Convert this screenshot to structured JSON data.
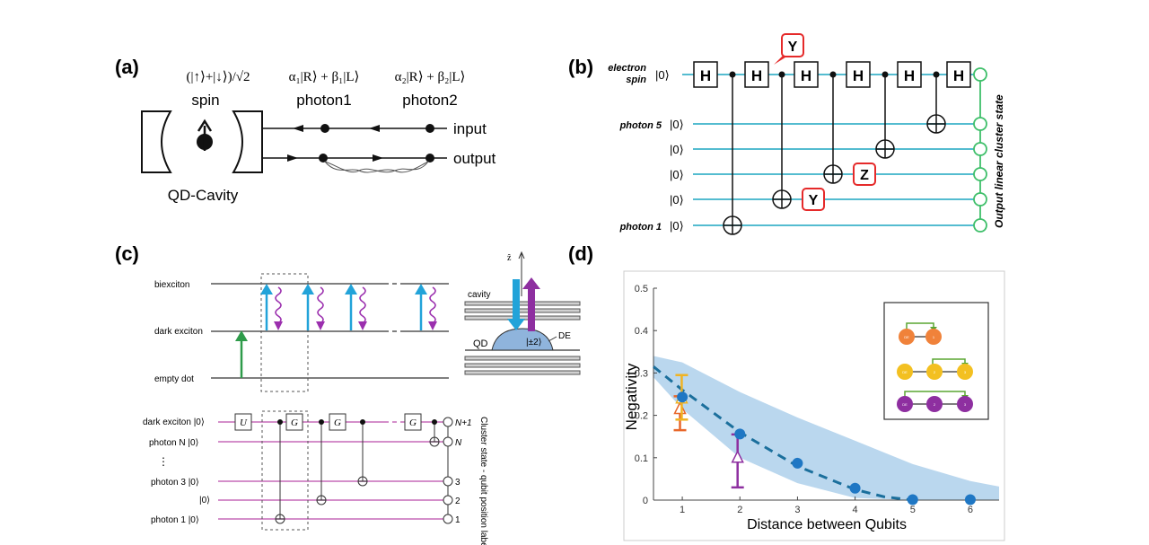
{
  "panels": {
    "a": {
      "label": "(a)",
      "spin_formula": "(|↑⟩+|↓⟩)/√2",
      "spin": "spin",
      "photon1_formula": "α₁|R⟩ + β₁|L⟩",
      "photon1": "photon1",
      "photon2_formula": "α₂|R⟩ + β₂|L⟩",
      "photon2": "photon2",
      "input": "input",
      "output": "output",
      "cavity": "QD-Cavity"
    },
    "b": {
      "label": "(b)",
      "electron": "electron",
      "spin": "spin",
      "ket0": "|0⟩",
      "photon5": "photon 5",
      "photon1": "photon 1",
      "output_label": "Output linear cluster state",
      "gate_h": "H",
      "gate_y": "Y",
      "gate_z": "Z"
    },
    "c": {
      "label": "(c)",
      "levels": [
        "biexciton",
        "dark exciton",
        "empty dot"
      ],
      "z_axis": "ẑ",
      "cavity": "cavity",
      "qd": "QD",
      "pm2": "|±2⟩",
      "de": "DE",
      "wires": [
        "dark exciton |0⟩",
        "photon N |0⟩",
        "photon 3 |0⟩",
        "|0⟩",
        "photon 1 |0⟩"
      ],
      "dots": "⋮",
      "gate_u": "U",
      "gate_g": "G",
      "pos_labels": [
        "N+1",
        "N",
        "3",
        "2",
        "1"
      ],
      "side_label": "Cluster state - qubit position label"
    },
    "d": {
      "label": "(d)",
      "inset_nodes": [
        "DE",
        "1",
        "DE",
        "2",
        "3",
        "DE",
        "2",
        "3"
      ]
    }
  },
  "chart_data": {
    "type": "scatter",
    "xlabel": "Distance between Qubits",
    "ylabel": "Negativity",
    "xlim": [
      0.5,
      6.5
    ],
    "ylim": [
      0,
      0.5
    ],
    "xticks": [
      "1",
      "2",
      "3",
      "4",
      "5",
      "6"
    ],
    "yticks": [
      "0",
      "0.1",
      "0.2",
      "0.3",
      "0.4",
      "0.5"
    ],
    "colors": {
      "theory": "#1f77c4",
      "band": "#a9cdea",
      "orange": "#e8672a",
      "yellow": "#f0b323",
      "purple": "#8e2fa0"
    },
    "series": [
      {
        "points": {
          "x": [
            1,
            2,
            3,
            4,
            5,
            6
          ],
          "y": [
            0.243,
            0.156,
            0.087,
            0.028,
            0.001,
            0.001
          ]
        }
      },
      {
        "band_x": [
          0.5,
          1,
          2,
          3,
          4,
          5,
          6,
          6.5
        ],
        "band_low": [
          0.29,
          0.215,
          0.1,
          0.04,
          0.005,
          0,
          0,
          0
        ],
        "band_high": [
          0.34,
          0.325,
          0.255,
          0.195,
          0.14,
          0.085,
          0.045,
          0.032
        ]
      },
      {
        "dashed_x": [
          0.5,
          1,
          2,
          3,
          4,
          4.5,
          5
        ],
        "dashed_y": [
          0.315,
          0.26,
          0.16,
          0.08,
          0.025,
          0.008,
          0
        ]
      },
      {
        "errorbars": [
          {
            "x": 0.96,
            "y": 0.215,
            "low": 0.165,
            "high": 0.245,
            "color": "orange"
          },
          {
            "x": 0.99,
            "y": 0.24,
            "low": 0.19,
            "high": 0.295,
            "color": "yellow"
          },
          {
            "x": 1.96,
            "y": 0.1,
            "low": 0.03,
            "high": 0.155,
            "color": "purple"
          }
        ]
      }
    ]
  }
}
